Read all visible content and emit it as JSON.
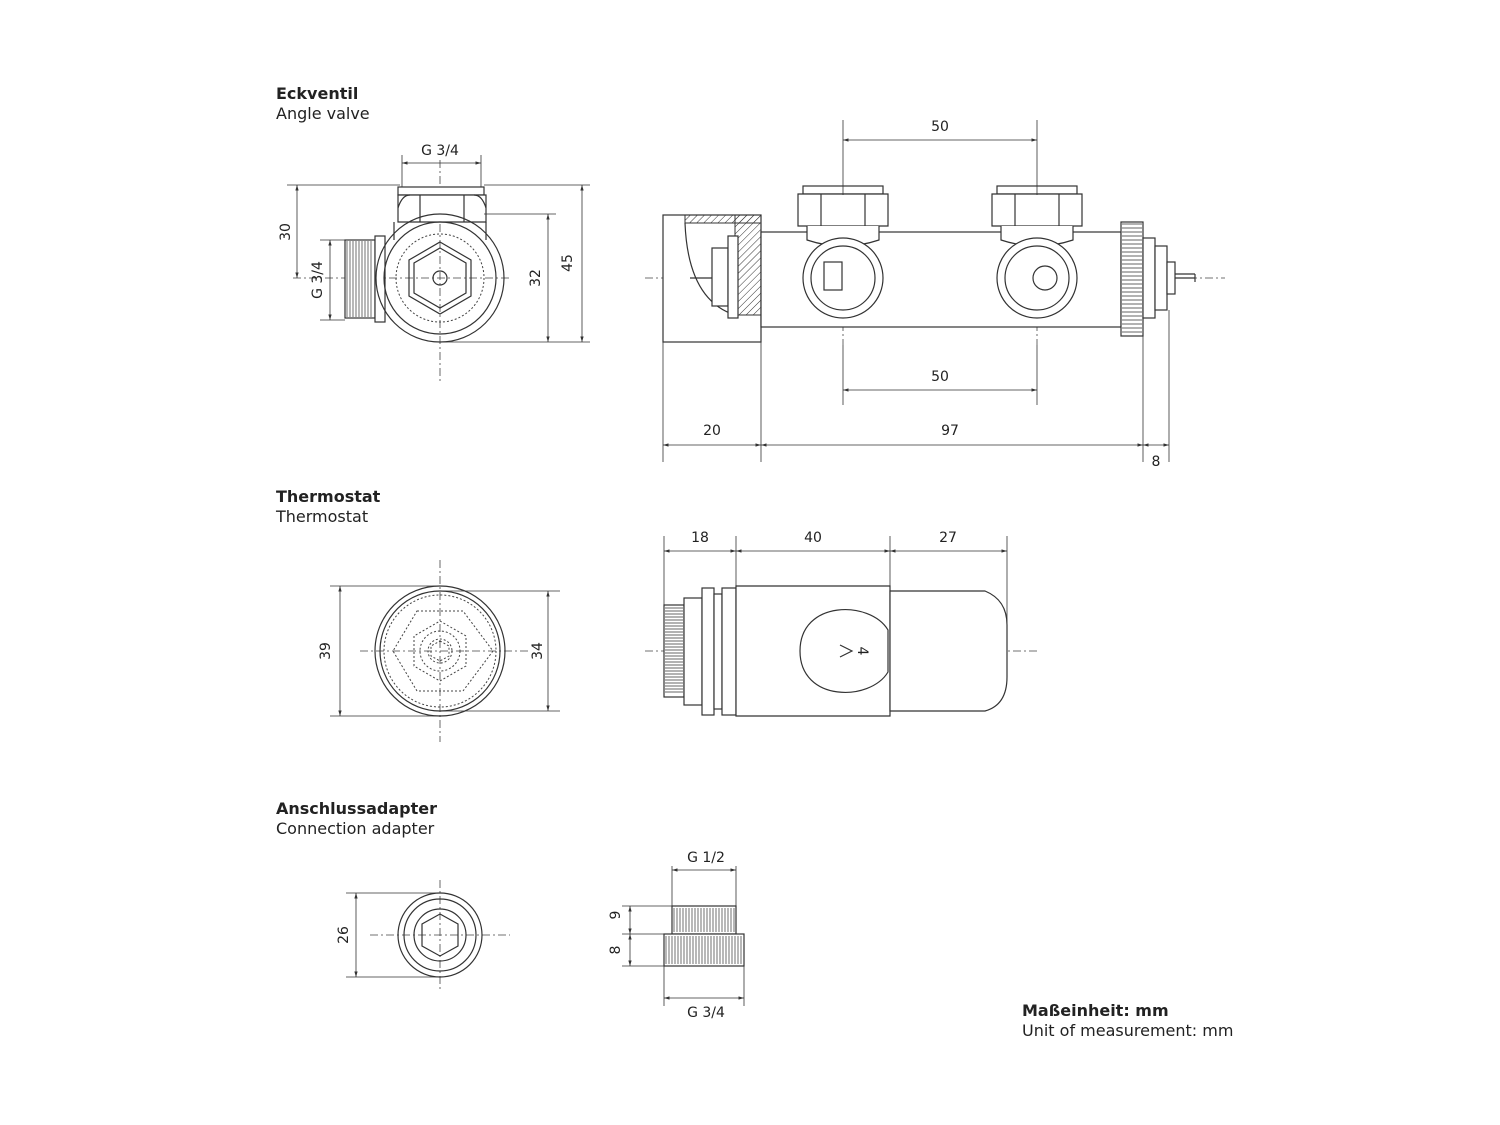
{
  "sections": {
    "angle_valve": {
      "title_de": "Eckventil",
      "title_en": "Angle valve"
    },
    "thermostat": {
      "title_de": "Thermostat",
      "title_en": "Thermostat"
    },
    "adapter": {
      "title_de": "Anschlussadapter",
      "title_en": "Connection adapter"
    }
  },
  "units": {
    "label_de": "Maßeinheit: mm",
    "label_en": "Unit of measurement: mm"
  },
  "dimensions": {
    "angle_valve_front": {
      "thread_top": "G 3/4",
      "thread_side": "G 3/4",
      "height_upper": "30",
      "height_body": "32",
      "height_total": "45"
    },
    "angle_valve_side": {
      "spacing_top": "50",
      "spacing_bottom": "50",
      "length_cap": "20",
      "length_body": "97",
      "length_end": "8"
    },
    "thermostat_front": {
      "diameter_outer": "39",
      "diameter_inner": "34"
    },
    "thermostat_side": {
      "length_a": "18",
      "length_b": "40",
      "length_c": "27",
      "scale_mark": "4"
    },
    "adapter_front": {
      "diameter": "26"
    },
    "adapter_side": {
      "thread_top": "G 1/2",
      "thread_bottom": "G 3/4",
      "height_top": "9",
      "height_bottom": "8"
    }
  }
}
